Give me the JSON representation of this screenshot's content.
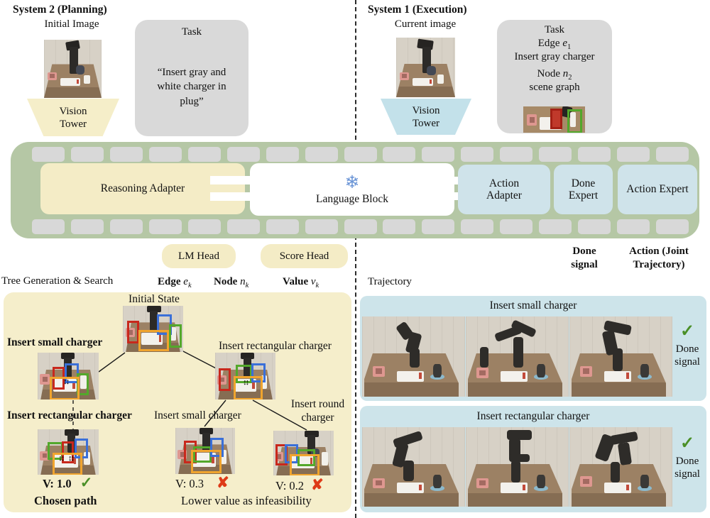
{
  "icons": {
    "snowflake": "❄",
    "check": "✓",
    "cross": "✘",
    "arrows": "↕↕"
  },
  "colors": {
    "band_green": "#b5c7a5",
    "token_gray": "#d8d8d8",
    "adapter_yellow": "#f4ecc6",
    "expert_blue": "#cfe3ea",
    "panel_yellow": "#f5eecb",
    "panel_blue": "#cde4ea",
    "task_gray": "#d9d9d9",
    "check_green": "#4a8f27",
    "cross_red": "#de3a17",
    "snowflake_blue": "#6b95d6"
  },
  "system2": {
    "title": "System 2 (Planning)",
    "input_label": "Initial Image",
    "vision_tower": "Vision Tower",
    "task_title": "Task",
    "task_text": "“Insert gray and white charger in plug”"
  },
  "system1": {
    "title": "System 1 (Execution)",
    "input_label": "Current image",
    "vision_tower": "Vision Tower",
    "task_title": "Task",
    "edge_prefix": "Edge ",
    "edge_var": "e",
    "edge_sub": "1",
    "edge_action": "Insert gray charger",
    "node_prefix": "Node ",
    "node_var": "n",
    "node_sub": "2",
    "node_desc": "scene graph"
  },
  "backbone": {
    "reasoning_adapter": "Reasoning Adapter",
    "language_block": "Language Block",
    "action_adapter": "Action Adapter",
    "done_expert": "Done Expert",
    "action_expert": "Action Expert",
    "lm_head": "LM Head",
    "score_head": "Score Head"
  },
  "outputs": {
    "done_signal": "Done signal",
    "action_joint": "Action (Joint Trajectory)"
  },
  "tree": {
    "section_label": "Tree Generation & Search",
    "col_edge_prefix": "Edge ",
    "col_edge_var": "e",
    "col_edge_sub": "k",
    "col_node_prefix": "Node ",
    "col_node_var": "n",
    "col_node_sub": "k",
    "col_value_prefix": "Value ",
    "col_value_var": "v",
    "col_value_sub": "k",
    "initial_state": "Initial State",
    "branch_left": "Insert small charger",
    "branch_right": "Insert rectangular charger",
    "leaf_left": "Insert rectangular charger",
    "leaf_mid": "Insert small charger",
    "leaf_right": "Insert round charger",
    "value_left": "V: 1.0",
    "value_mid": "V: 0.3",
    "value_right": "V: 0.2",
    "chosen_path": "Chosen path",
    "lower_value_note": "Lower value as infeasibility"
  },
  "trajectory": {
    "section_label": "Trajectory",
    "panels": [
      {
        "title": "Insert small charger",
        "done_label": "Done signal"
      },
      {
        "title": "Insert rectangular charger",
        "done_label": "Done signal"
      }
    ]
  }
}
